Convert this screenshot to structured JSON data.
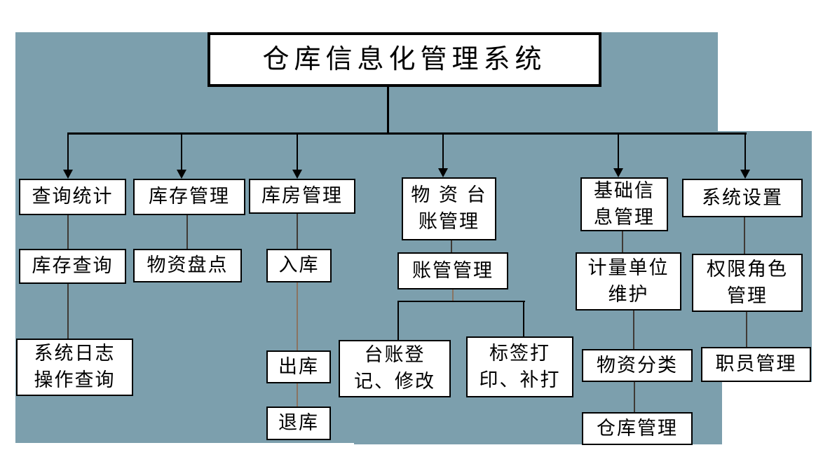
{
  "diagram_title": "仓库信息化管理系统",
  "colors": {
    "background": "#7C9FAD",
    "box_fill": "#FFFFFF",
    "box_border": "#000000",
    "connector": "#000000",
    "thin_connector": "#3F3A35",
    "warm_connector": "#8A7462"
  },
  "nodes": {
    "root": {
      "label": "仓库信息化管理系统"
    },
    "query_stats": {
      "label": "查询统计"
    },
    "inventory_mgmt": {
      "label": "库存管理"
    },
    "room_mgmt": {
      "label": "库房管理"
    },
    "ledger_mgmt": {
      "label": "物 资 台\n账管理"
    },
    "basic_info": {
      "label": "基础信\n息管理"
    },
    "sys_settings": {
      "label": "系统设置"
    },
    "inv_query": {
      "label": "库存查询"
    },
    "syslog_query": {
      "label": "系统日志\n操作查询"
    },
    "stocktake": {
      "label": "物资盘点"
    },
    "inbound": {
      "label": "入库"
    },
    "outbound": {
      "label": "出库"
    },
    "return_store": {
      "label": "退库"
    },
    "acct_mgmt": {
      "label": "账管管理"
    },
    "ledger_register": {
      "label": "台账登\n记、修改"
    },
    "label_print": {
      "label": "标签打\n印、补打"
    },
    "unit_maintenance": {
      "label": "计量单位\n维护"
    },
    "material_category": {
      "label": "物资分类"
    },
    "warehouse_mgmt": {
      "label": "仓库管理"
    },
    "role_permission": {
      "label": "权限角色\n管理"
    },
    "staff_mgmt": {
      "label": "职员管理"
    }
  }
}
